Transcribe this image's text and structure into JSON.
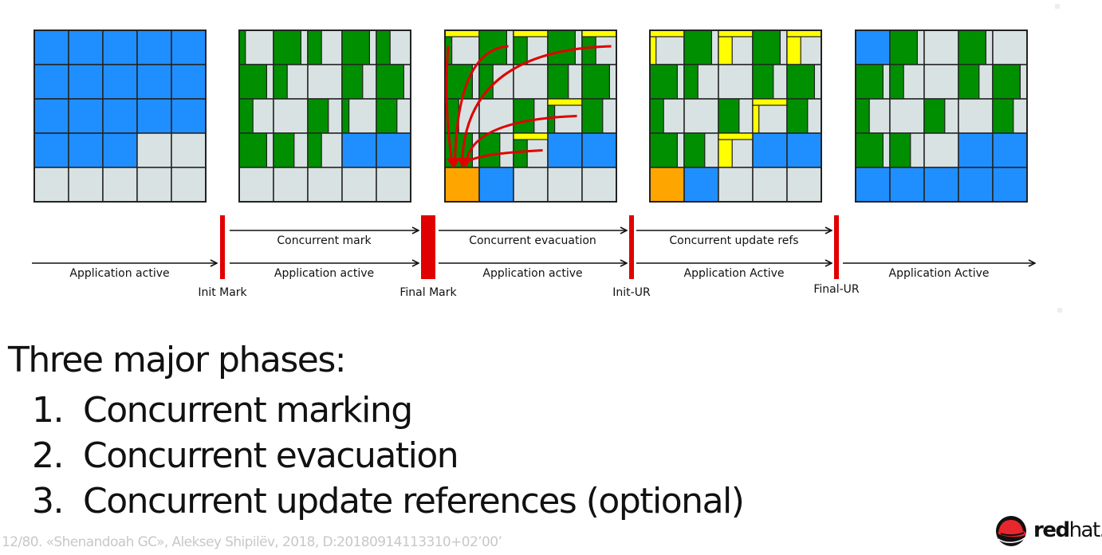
{
  "colors": {
    "blue": "#1f8fff",
    "green": "#008f00",
    "empty": "#d9e2e2",
    "yellow": "#ffff00",
    "orange": "#ffa500",
    "pause_red": "#e00000",
    "arrow_red": "#e00000",
    "grid_line": "#222222"
  },
  "grids": [
    {
      "name": "before-gc",
      "cells": [
        [
          "B",
          "B",
          "B",
          "B",
          "B"
        ],
        [
          "B",
          "B",
          "B",
          "B",
          "B"
        ],
        [
          "B",
          "B",
          "B",
          "B",
          "B"
        ],
        [
          "B",
          "B",
          "B",
          "E",
          "E"
        ],
        [
          "E",
          "E",
          "E",
          "E",
          "E"
        ]
      ]
    },
    {
      "name": "after-mark",
      "cells": [
        [
          "G0.18",
          "G0.8",
          "G0.4",
          "G0.8",
          "G0.4"
        ],
        [
          "G0.8",
          "G0.4",
          "E",
          "G0.6",
          "G0.8"
        ],
        [
          "G0.4",
          "E",
          "G0.6",
          "G0.2",
          "G0.6"
        ],
        [
          "G0.8",
          "G0.6",
          "G0.4",
          "B",
          "B"
        ],
        [
          "E",
          "E",
          "E",
          "E",
          "E"
        ]
      ]
    },
    {
      "name": "evacuation",
      "cells": [
        [
          "G0.2Y",
          "G0.8",
          "G0.4Y",
          "G0.8",
          "G0.4Y"
        ],
        [
          "G0.8",
          "G0.4",
          "E",
          "G0.6",
          "G0.8"
        ],
        [
          "G0.4",
          "E",
          "G0.6",
          "G0.2Y",
          "G0.6"
        ],
        [
          "G0.8",
          "G0.6",
          "G0.4Y",
          "B",
          "B"
        ],
        [
          "O",
          "B",
          "E",
          "E",
          "E"
        ]
      ],
      "arrows": [
        {
          "from": [
            0,
            0
          ],
          "to": [
            4,
            0
          ]
        },
        {
          "from": [
            0,
            1
          ],
          "to": [
            4,
            0
          ]
        },
        {
          "from": [
            0,
            4
          ],
          "to": [
            4,
            0
          ]
        },
        {
          "from": [
            2,
            3
          ],
          "to": [
            4,
            0
          ]
        },
        {
          "from": [
            3,
            2
          ],
          "to": [
            4,
            0
          ]
        }
      ]
    },
    {
      "name": "update-refs",
      "cells": [
        [
          "L0.18",
          "G0.8",
          "L0.4",
          "G0.8",
          "L0.4"
        ],
        [
          "G0.8",
          "G0.4",
          "E",
          "G0.6",
          "G0.8"
        ],
        [
          "G0.4",
          "E",
          "G0.6",
          "L0.18",
          "G0.6"
        ],
        [
          "G0.8",
          "G0.6",
          "L0.4",
          "B",
          "B"
        ],
        [
          "O",
          "B",
          "E",
          "E",
          "E"
        ]
      ]
    },
    {
      "name": "after-gc",
      "cells": [
        [
          "B",
          "G0.8",
          "E",
          "G0.8",
          "E"
        ],
        [
          "G0.8",
          "G0.4",
          "E",
          "G0.6",
          "G0.8"
        ],
        [
          "G0.4",
          "E",
          "G0.6",
          "E",
          "G0.6"
        ],
        [
          "G0.8",
          "G0.6",
          "E",
          "B",
          "B"
        ],
        [
          "B",
          "B",
          "B",
          "B",
          "B"
        ]
      ]
    }
  ],
  "timeline": {
    "pauses": [
      {
        "label": "Init Mark",
        "kind": "thin"
      },
      {
        "label": "Final Mark",
        "kind": "thick"
      },
      {
        "label": "Init-UR",
        "kind": "thin"
      },
      {
        "label": "Final-UR",
        "kind": "thin"
      }
    ],
    "concurrent_labels": [
      "Concurrent mark",
      "Concurrent evacuation",
      "Concurrent update refs"
    ],
    "application_labels": [
      "Application active",
      "Application active",
      "Application active",
      "Application Active",
      "Application Active"
    ]
  },
  "heading": "Three major phases:",
  "phases": [
    {
      "num": "1.",
      "text": "Concurrent marking"
    },
    {
      "num": "2.",
      "text": "Concurrent evacuation"
    },
    {
      "num": "3.",
      "text": "Concurrent update references (optional)"
    }
  ],
  "footer": "12/80. «Shenandoah GC», Aleksey Shipilëv, 2018, D:20180914113310+02’00’",
  "logo": {
    "bold": "red",
    "light": "hat.",
    "icon": "redhat-fedora-icon"
  }
}
